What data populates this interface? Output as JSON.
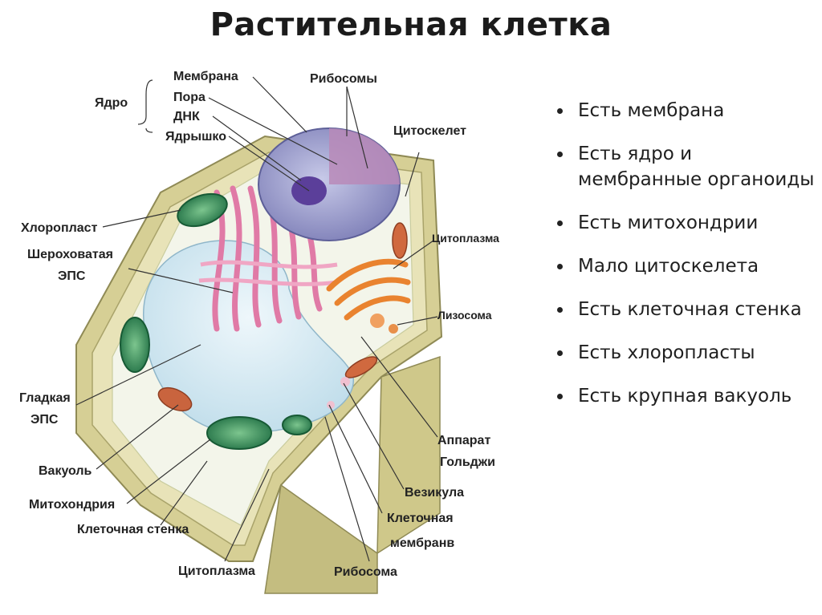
{
  "title": "Растительная клетка",
  "labels": {
    "nucleus": "Ядро",
    "membrane": "Мембрана",
    "pore": "Пора",
    "dna": "ДНК",
    "nucleolus": "Ядрышко",
    "ribosomes": "Рибосомы",
    "cytoskeleton": "Цитоскелет",
    "chloroplast": "Хлоропласт",
    "rough_er_1": "Шероховатая",
    "rough_er_2": "ЭПС",
    "cytoplasm_right": "Цитоплазма",
    "lysosome": "Лизосома",
    "smooth_er_1": "Гладкая",
    "smooth_er_2": "ЭПС",
    "golgi_1": "Аппарат",
    "golgi_2": "Гольджи",
    "vacuole": "Вакуоль",
    "mitochondria": "Митохондрия",
    "cell_wall": "Клеточная стенка",
    "vesicle": "Везикула",
    "cell_membrane_1": "Клеточная",
    "cell_membrane_2": "мембранв",
    "cytoplasm_bottom": "Цитоплазма",
    "ribosome": "Рибосома"
  },
  "bullets": [
    "Есть мембрана",
    "Есть ядро и мембранные органоиды",
    "Есть митохондрии",
    "Мало цитоскелета",
    "Есть клеточная стенка",
    "Есть хлоропласты",
    "Есть крупная вакуоль"
  ],
  "colors": {
    "cell_wall": "#d9d39a",
    "cytoplasm": "#f4f6ec",
    "vacuole": "#cfe6f0",
    "chloroplast": "#2f8a56",
    "er": "#e58bb0",
    "golgi": "#e98a35",
    "nucleus": "#8f8fc4",
    "nucleolus": "#5b3f9a",
    "mitochondria": "#c7603c"
  }
}
